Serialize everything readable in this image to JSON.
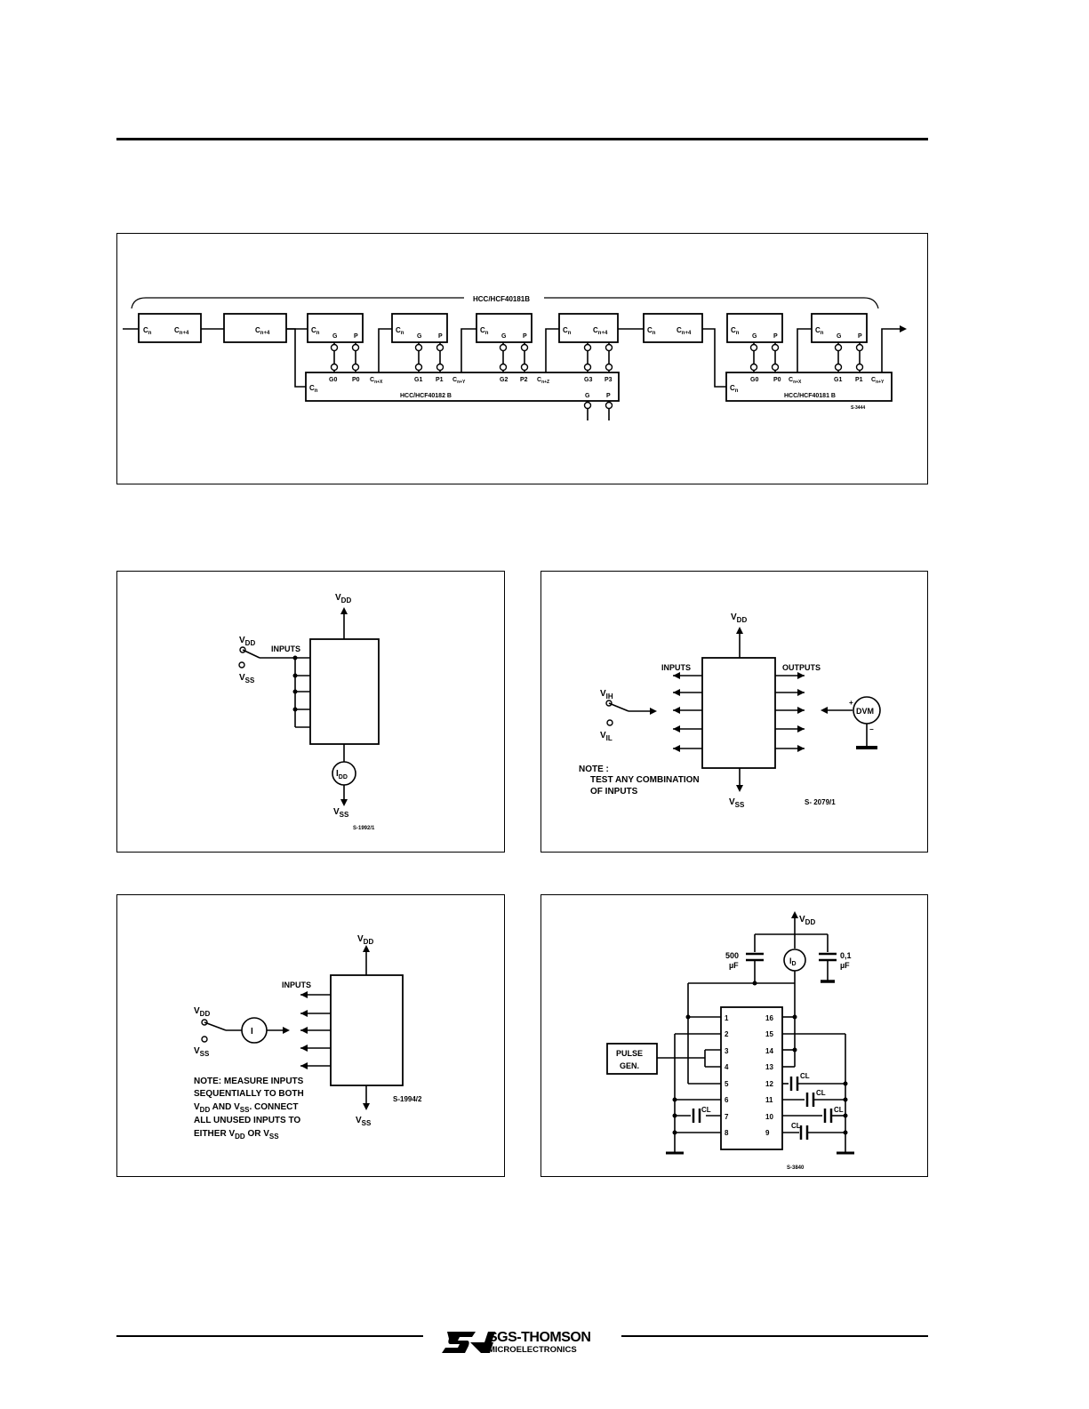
{
  "fig1": {
    "bracket_label": "HCC/HCF40181B",
    "cn": "C",
    "cn_sub": "n",
    "cn4_sub": "n+4",
    "g": "G",
    "p": "P",
    "pins_182": [
      "G0",
      "P0",
      "G1",
      "P1",
      "G2",
      "P2",
      "G3",
      "P3"
    ],
    "cnx": "C",
    "cnx_sub": "n+X",
    "cny_sub": "n+Y",
    "cnz_sub": "n+Z",
    "chip182_label": "HCC/HCF40182 B",
    "chip181_label": "HCC/HCF40181 B",
    "pins_181": [
      "G0",
      "P0",
      "G1",
      "P1"
    ],
    "ref": "S-3444"
  },
  "fig2": {
    "vdd": "V",
    "dd": "DD",
    "vss": "V",
    "ss": "SS",
    "inputs": "INPUTS",
    "idd": "I",
    "ref": "S-1992/1"
  },
  "fig3": {
    "vdd": "V",
    "dd": "DD",
    "vss": "V",
    "ss": "SS",
    "inputs": "INPUTS",
    "outputs": "OUTPUTS",
    "vih": "V",
    "ih": "IH",
    "vil": "V",
    "il": "IL",
    "dvm": "DVM",
    "plus": "+",
    "minus": "−",
    "note1": "NOTE :",
    "note2": "TEST  ANY COMBINATION",
    "note3": "OF   INPUTS",
    "ref": "S- 2079/1"
  },
  "fig4": {
    "vdd": "V",
    "dd": "DD",
    "vss": "V",
    "ss": "SS",
    "inputs": "INPUTS",
    "i": "I",
    "note1": "NOTE: MEASURE INPUTS",
    "note2": "SEQUENTIALLY TO BOTH",
    "note3": "V",
    "note3b": "DD",
    "note3c": " AND V",
    "note3d": "SS",
    "note3e": ". CONNECT",
    "note4": "ALL UNUSED INPUTS TO",
    "note5": "EITHER V",
    "note5b": "DD",
    "note5c": " OR V",
    "note5d": "SS",
    "ref": "S-1994/2"
  },
  "fig5": {
    "vdd": "V",
    "dd": "DD",
    "c500a": "500",
    "c500b": "µF",
    "c01a": "0,1",
    "c01b": "µF",
    "id": "I",
    "id_sub": "D",
    "pulse1": "PULSE",
    "pulse2": "GEN.",
    "left_pins": [
      "1",
      "2",
      "3",
      "4",
      "5",
      "6",
      "7",
      "8"
    ],
    "right_pins": [
      "16",
      "15",
      "14",
      "13",
      "12",
      "11",
      "10",
      "9"
    ],
    "cl": "CL",
    "ref": "S-3840"
  },
  "footer": {
    "logo_mark": "ST",
    "company1": "SGS-THOMSON",
    "company2": "MICROELECTRONICS"
  }
}
